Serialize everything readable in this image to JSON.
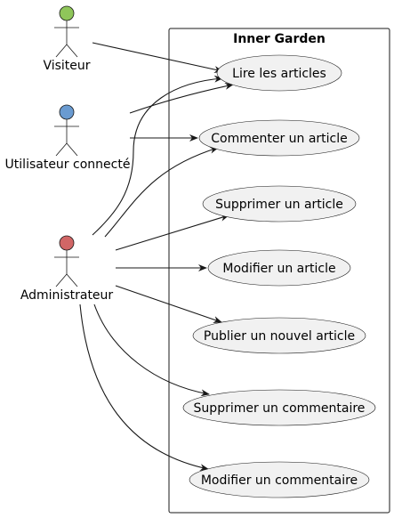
{
  "diagram": {
    "system_title": "Inner Garden",
    "actors": [
      {
        "id": "visiteur",
        "label": "Visiteur",
        "color": "#8fc65a"
      },
      {
        "id": "utilisateur",
        "label": "Utilisateur connecté",
        "color": "#6a9bd1"
      },
      {
        "id": "admin",
        "label": "Administrateur",
        "color": "#d16666"
      }
    ],
    "use_cases": [
      {
        "id": "lire",
        "label": "Lire les articles"
      },
      {
        "id": "commenter",
        "label": "Commenter un article"
      },
      {
        "id": "supprimer_article",
        "label": "Supprimer un article"
      },
      {
        "id": "modifier_article",
        "label": "Modifier un article"
      },
      {
        "id": "publier",
        "label": "Publier un nouvel article"
      },
      {
        "id": "supprimer_commentaire",
        "label": "Supprimer un commentaire"
      },
      {
        "id": "modifier_commentaire",
        "label": "Modifier un commentaire"
      }
    ],
    "associations": [
      {
        "from": "visiteur",
        "to": "lire"
      },
      {
        "from": "utilisateur",
        "to": "lire"
      },
      {
        "from": "utilisateur",
        "to": "commenter"
      },
      {
        "from": "admin",
        "to": "lire"
      },
      {
        "from": "admin",
        "to": "commenter"
      },
      {
        "from": "admin",
        "to": "supprimer_article"
      },
      {
        "from": "admin",
        "to": "modifier_article"
      },
      {
        "from": "admin",
        "to": "publier"
      },
      {
        "from": "admin",
        "to": "supprimer_commentaire"
      },
      {
        "from": "admin",
        "to": "modifier_commentaire"
      }
    ]
  }
}
